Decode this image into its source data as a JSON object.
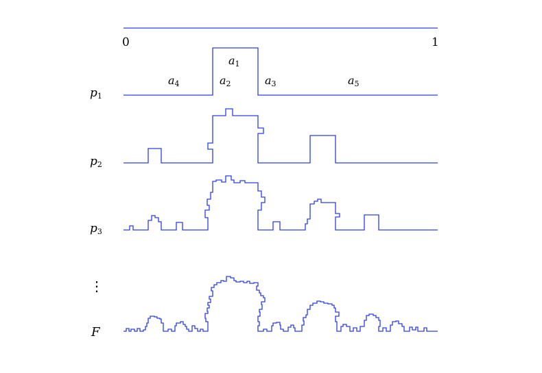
{
  "colors": {
    "curve": "#2a3ce8",
    "text": "#000000"
  },
  "axis": {
    "start_label": "0",
    "end_label": "1"
  },
  "segment_labels": [
    {
      "base": "a",
      "sub": "1"
    },
    {
      "base": "a",
      "sub": "2"
    },
    {
      "base": "a",
      "sub": "3"
    },
    {
      "base": "a",
      "sub": "4"
    },
    {
      "base": "a",
      "sub": "5"
    }
  ],
  "rows": [
    {
      "base": "p",
      "sub": "1"
    },
    {
      "base": "p",
      "sub": "2"
    },
    {
      "base": "p",
      "sub": "3"
    }
  ],
  "ellipsis": "⋮",
  "final_label": "F"
}
